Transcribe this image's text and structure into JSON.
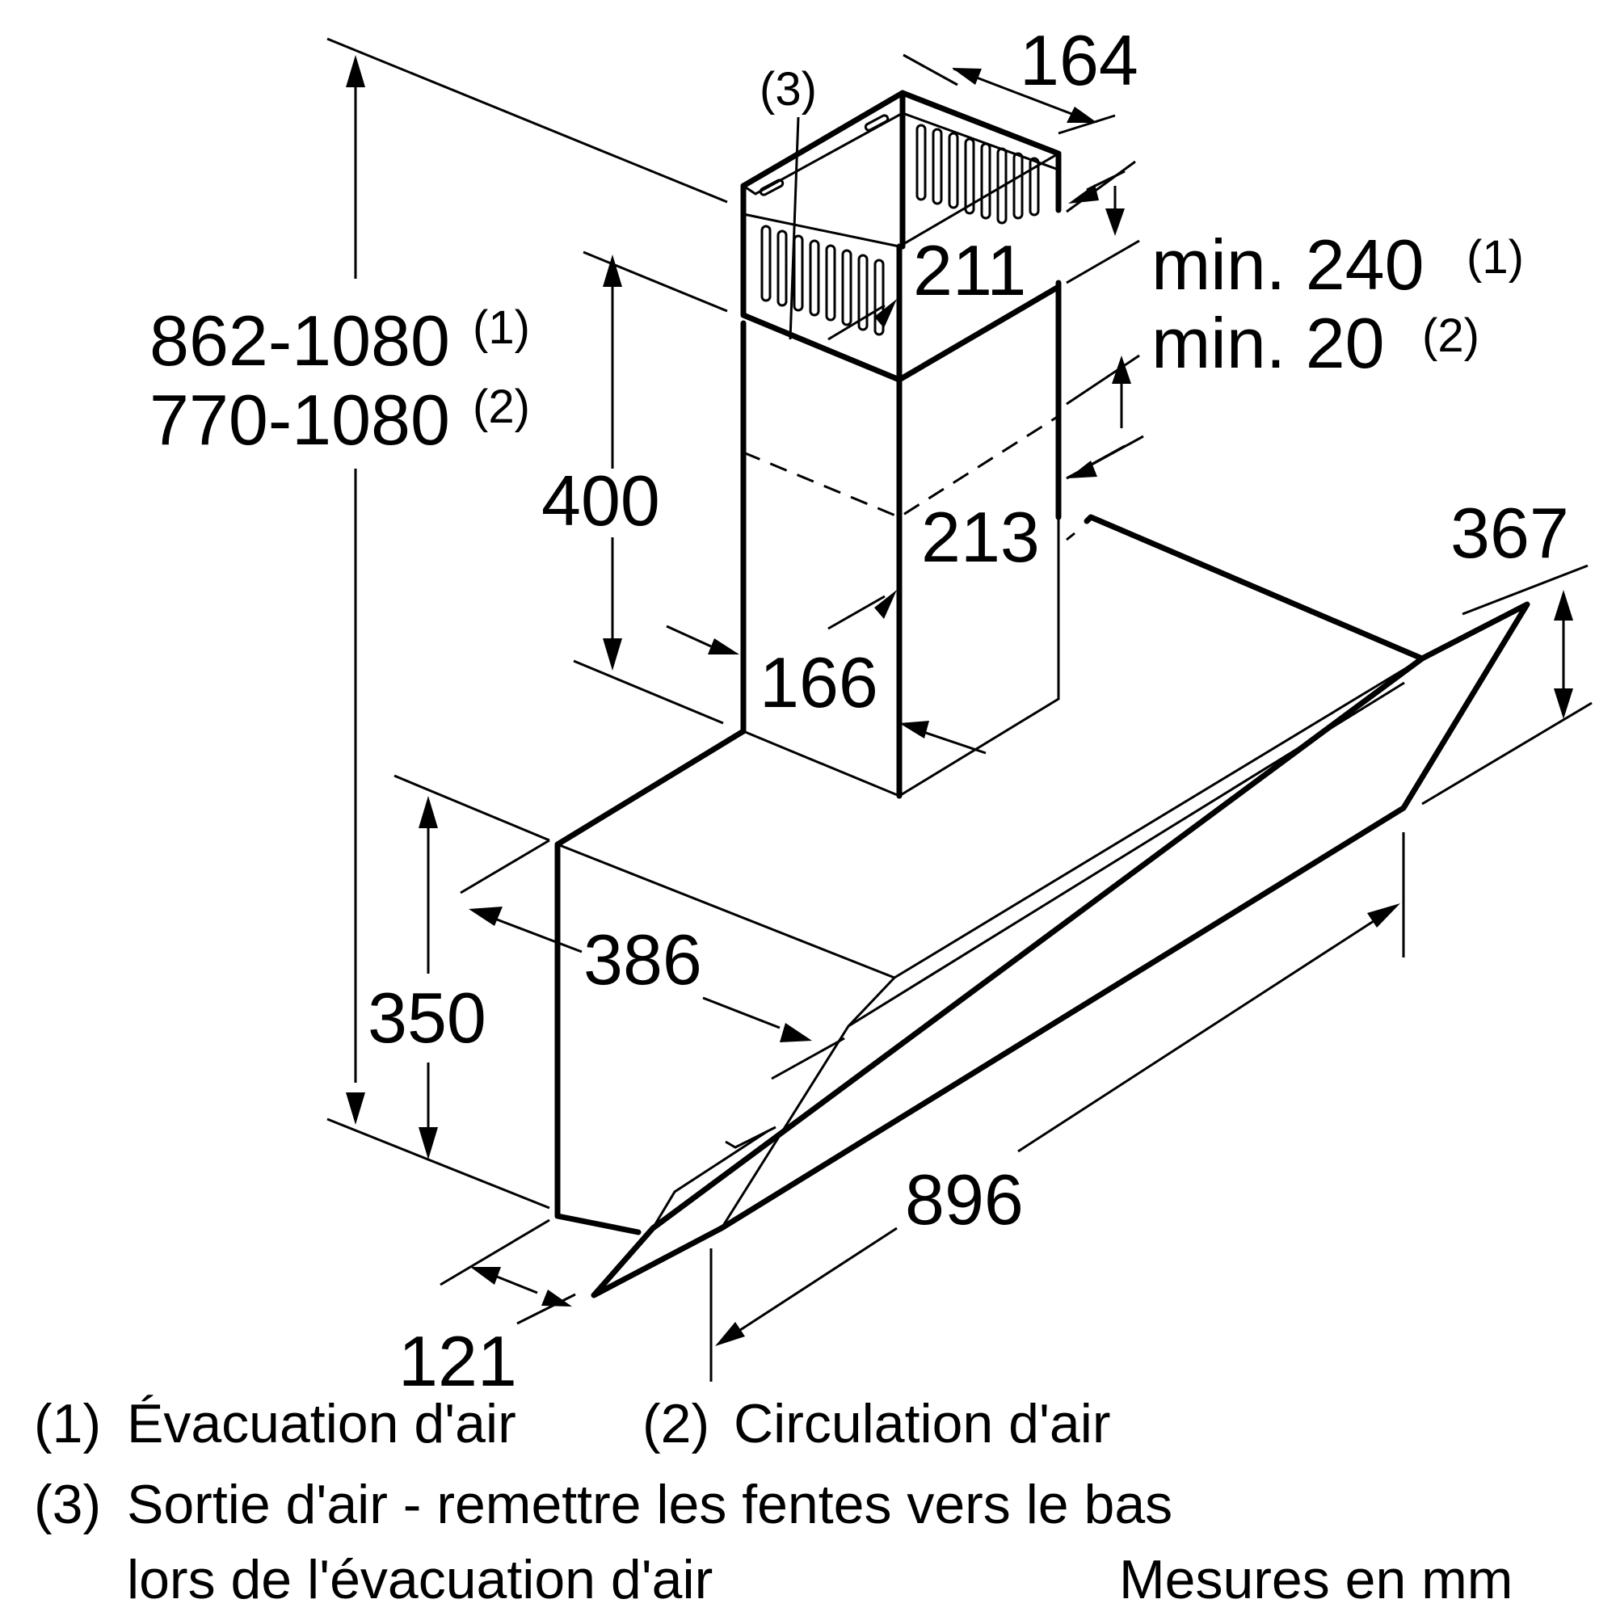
{
  "dimensions": {
    "total_height_1": "862-1080",
    "total_height_1_ref": "(1)",
    "total_height_2": "770-1080",
    "total_height_2_ref": "(2)",
    "chimney_depth": "164",
    "chimney_width_upper": "211",
    "chimney_width_lower": "213",
    "chimney_depth_lower": "166",
    "upper_section_height": "400",
    "ceiling_gap_1": "min. 240",
    "ceiling_gap_1_ref": "(1)",
    "ceiling_gap_2": "min. 20",
    "ceiling_gap_2_ref": "(2)",
    "canopy_height": "350",
    "canopy_depth": "386",
    "glass_height": "367",
    "width": "896",
    "front_depth": "121"
  },
  "callout": {
    "label": "(3)"
  },
  "legend": {
    "item1_num": "(1)",
    "item1_text": "Évacuation d'air",
    "item2_num": "(2)",
    "item2_text": "Circulation d'air",
    "item3_num": "(3)",
    "item3_text": "Sortie d'air - remettre les fentes vers le bas",
    "item3_text_cont": "lors de l'évacuation d'air",
    "units": "Mesures en mm"
  }
}
